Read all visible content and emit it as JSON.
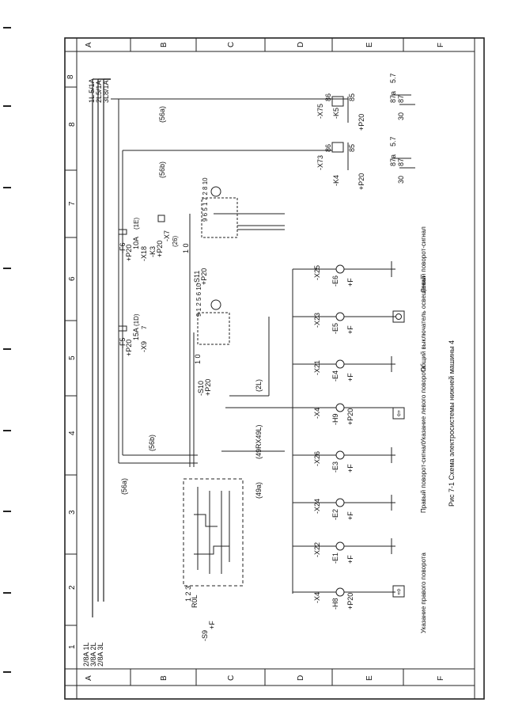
{
  "caption": "Рис 7-1 Схема электросистемы нижней машины 4",
  "frame": {
    "columns_top": [
      "A",
      "B",
      "C",
      "D",
      "E",
      "F"
    ],
    "columns_bottom": [
      "A",
      "B",
      "C",
      "D",
      "E",
      "F"
    ],
    "rows_left": [
      "1",
      "2",
      "3",
      "4",
      "5",
      "6",
      "7",
      "8"
    ],
    "rows_right": [
      "8"
    ]
  },
  "supply": {
    "left": [
      "2/8A 1L",
      "3/8A 2L",
      "2/8A 3L"
    ],
    "right": [
      "1L 5/1A",
      "2L5/1A",
      "3L8/1A"
    ]
  },
  "switch_s9": {
    "name": "-S9",
    "line1": "R0L",
    "line2": "+F",
    "contacts": "1 2 3"
  },
  "wire_labels": {
    "w56a": "(56a)",
    "w56b": "(56b)",
    "w49a": "(49a)",
    "w49rx": "(49RX49L)",
    "w2L": "(2L)",
    "w26": "(26)",
    "w1E": "(1E)",
    "w1D": "(1D)"
  },
  "connectors_left": [
    "-X4",
    "-X22",
    "-X24",
    "-X26",
    "-X4",
    "-X21",
    "-X23",
    "-X25"
  ],
  "lamps": [
    {
      "ref": "-H8",
      "supply": "+P20"
    },
    {
      "ref": "-E1",
      "supply": "+F"
    },
    {
      "ref": "-E2",
      "supply": "+F"
    },
    {
      "ref": "-E3",
      "supply": "+F"
    },
    {
      "ref": "-H9",
      "supply": "+P20"
    },
    {
      "ref": "-E4",
      "supply": "+F"
    },
    {
      "ref": "-E5",
      "supply": "+F"
    },
    {
      "ref": "-E6",
      "supply": "+F"
    }
  ],
  "lamp_captions": {
    "right_indicator": "Указание правого поворота",
    "right_signal": "Правый поворот-сигнал",
    "left_indicator": "Указание левого поворота",
    "main_switch": "Общий выключатель освещений",
    "left_signal": "Левый поворот-сигнал"
  },
  "fuses": [
    {
      "ref": "-F5",
      "supply": "+P20",
      "rating": "15A",
      "connector": "-X9"
    },
    {
      "ref": "-F6",
      "supply": "+P20",
      "rating": "10A",
      "connector": "-X18"
    }
  ],
  "switches": [
    {
      "ref": "-S10",
      "supply": "+P20",
      "states": "1 0"
    },
    {
      "ref": "-S11",
      "supply": "+P20",
      "states": "1 0"
    }
  ],
  "relay_k3": {
    "ref": "-K3",
    "supply": "+P20",
    "connector": "-X7"
  },
  "relays": [
    {
      "ref": "-K4",
      "connector": "-X73",
      "supply": "+P20",
      "p86": "86",
      "p85": "85",
      "p87": "87",
      "p87a": "87a",
      "p30": "30",
      "pos": "5.7"
    },
    {
      "ref": "-K5",
      "connector": "-X75",
      "supply": "+P20",
      "p86": "86",
      "p85": "85",
      "p87": "87",
      "p87a": "87a",
      "p30": "30",
      "pos": "5.7"
    }
  ],
  "terminal_numbers": {
    "s10": "9 1 2 5 6 10",
    "s11": "9 6 5 1 7 2 8 10",
    "connector_x9": "7"
  }
}
